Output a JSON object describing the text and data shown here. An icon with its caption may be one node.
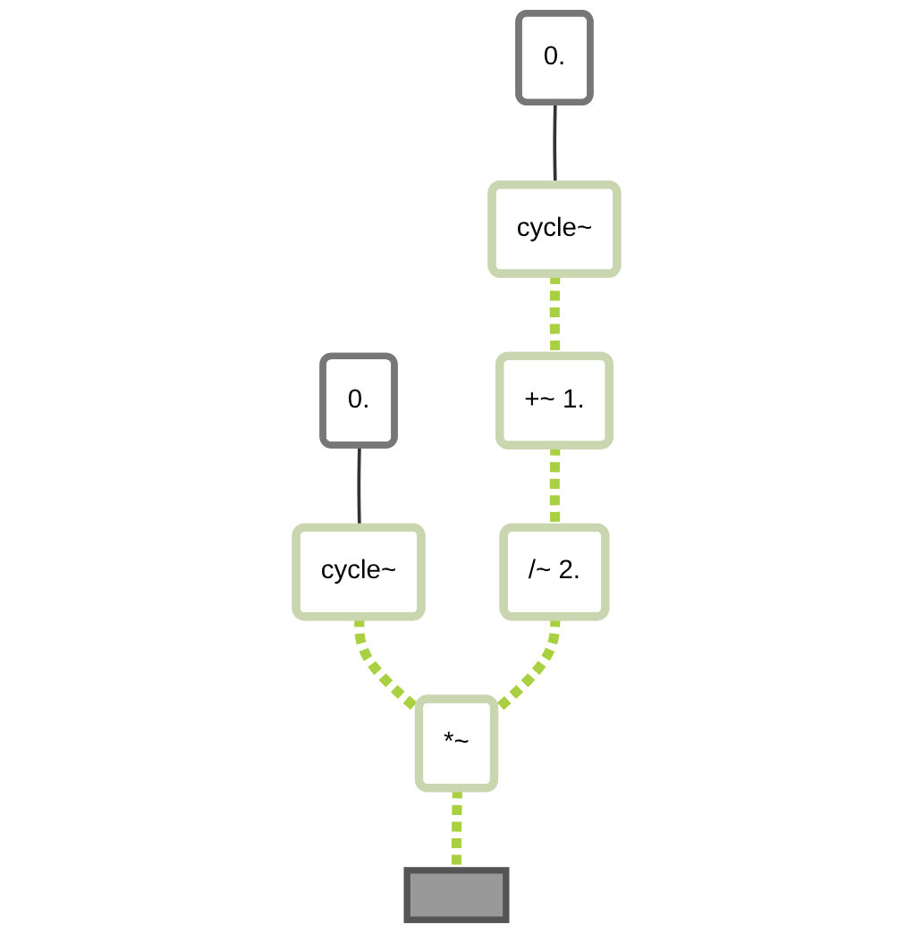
{
  "diagram": {
    "nodes": [
      {
        "text": [
          "0."
        ]
      },
      {
        "text": [
          "cycle~"
        ]
      },
      {
        "text": [
          "+~ 1."
        ]
      },
      {
        "text": [
          "/~ 2."
        ]
      },
      {
        "text": [
          "0."
        ]
      },
      {
        "text": [
          "cycle~"
        ]
      },
      {
        "text": [
          "*~"
        ]
      },
      {
        "text": [],
        "shape": "box"
      }
    ],
    "edges": [
      {
        "from": 0,
        "to": 1,
        "arrow": "none",
        "color": "#333333"
      },
      {
        "from": 1,
        "to": 2,
        "arrow": "none",
        "style": "dashed"
      },
      {
        "from": 2,
        "to": 3,
        "arrow": "none",
        "style": "dashed"
      },
      {
        "from": 4,
        "to": 5,
        "arrow": "none",
        "color": "#333333"
      },
      {
        "from": 5,
        "to": 6,
        "arrow": "none",
        "style": "dashed"
      },
      {
        "from": 3,
        "to": 6,
        "arrow": "none",
        "style": "dashed"
      },
      {
        "from": 6,
        "to": 7,
        "arrow": "none",
        "style": "dashed"
      }
    ]
  }
}
